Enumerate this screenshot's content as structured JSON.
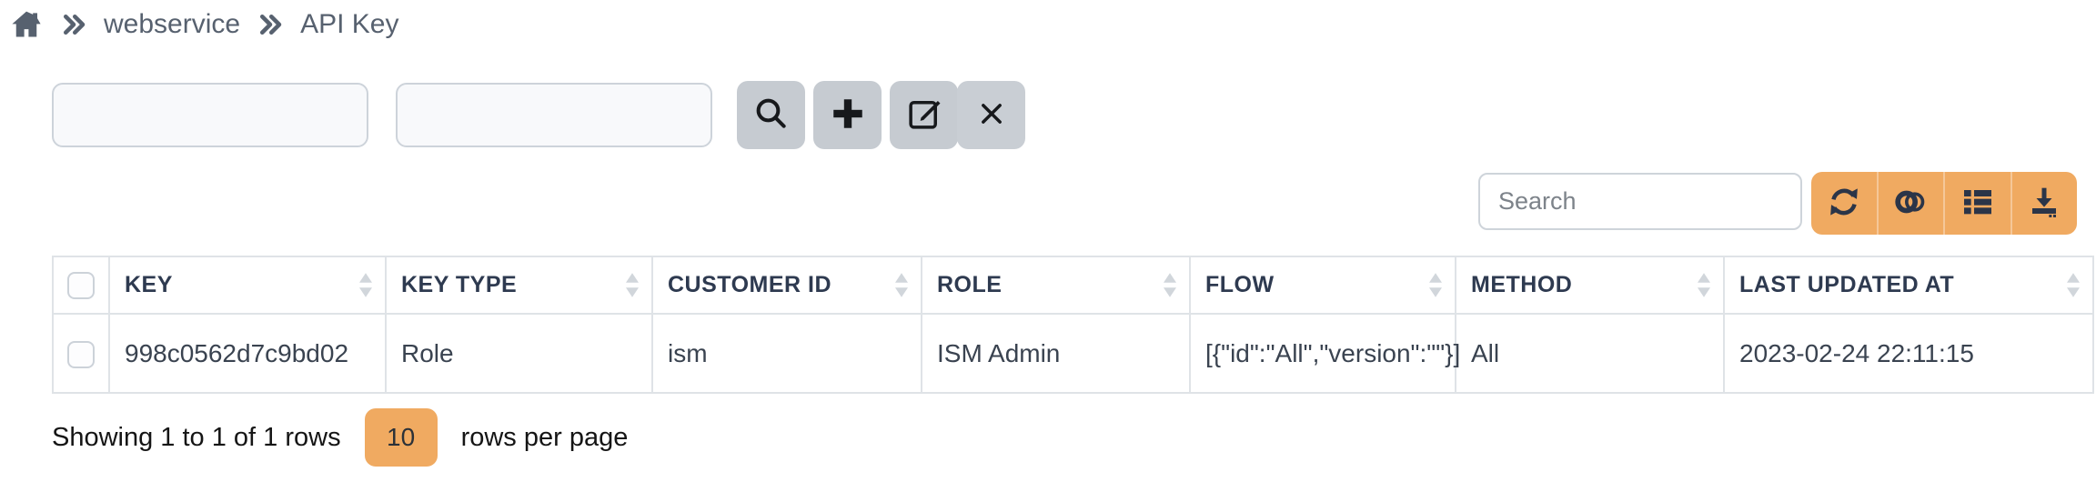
{
  "breadcrumb": {
    "items": [
      "webservice",
      "API Key"
    ]
  },
  "filter_bar": {
    "inputs": [
      {
        "value": "",
        "placeholder": ""
      },
      {
        "value": "",
        "placeholder": ""
      }
    ],
    "buttons": [
      {
        "name": "search",
        "icon": "search-icon"
      },
      {
        "name": "add",
        "icon": "plus-icon"
      },
      {
        "name": "edit",
        "icon": "edit-icon"
      },
      {
        "name": "clear",
        "icon": "close-icon"
      }
    ]
  },
  "table_toolbar": {
    "search": {
      "value": "",
      "placeholder": "Search"
    },
    "buttons": [
      {
        "name": "refresh",
        "icon": "refresh-icon"
      },
      {
        "name": "toggle-view",
        "icon": "toggle-icon"
      },
      {
        "name": "columns",
        "icon": "columns-icon"
      },
      {
        "name": "export",
        "icon": "download-icon"
      }
    ]
  },
  "table": {
    "columns": [
      "KEY",
      "KEY TYPE",
      "CUSTOMER ID",
      "ROLE",
      "FLOW",
      "METHOD",
      "LAST UPDATED AT"
    ],
    "rows": [
      [
        "998c0562d7c9bd02",
        "Role",
        "ism",
        "ISM Admin",
        "[{\"id\":\"All\",\"version\":\"\"}]",
        "All",
        "2023-02-24 22:11:15"
      ]
    ]
  },
  "pagination": {
    "summary": "Showing 1 to 1 of 1 rows",
    "page_size": "10",
    "rows_per_page_label": "rows per page"
  },
  "colors": {
    "accent_orange": "#f0aa61",
    "button_gray": "#c6cbd1",
    "breadcrumb_text": "#57616f",
    "header_text": "#2e3a50",
    "cell_text": "#3a4350",
    "table_border": "#dfe3e7"
  }
}
